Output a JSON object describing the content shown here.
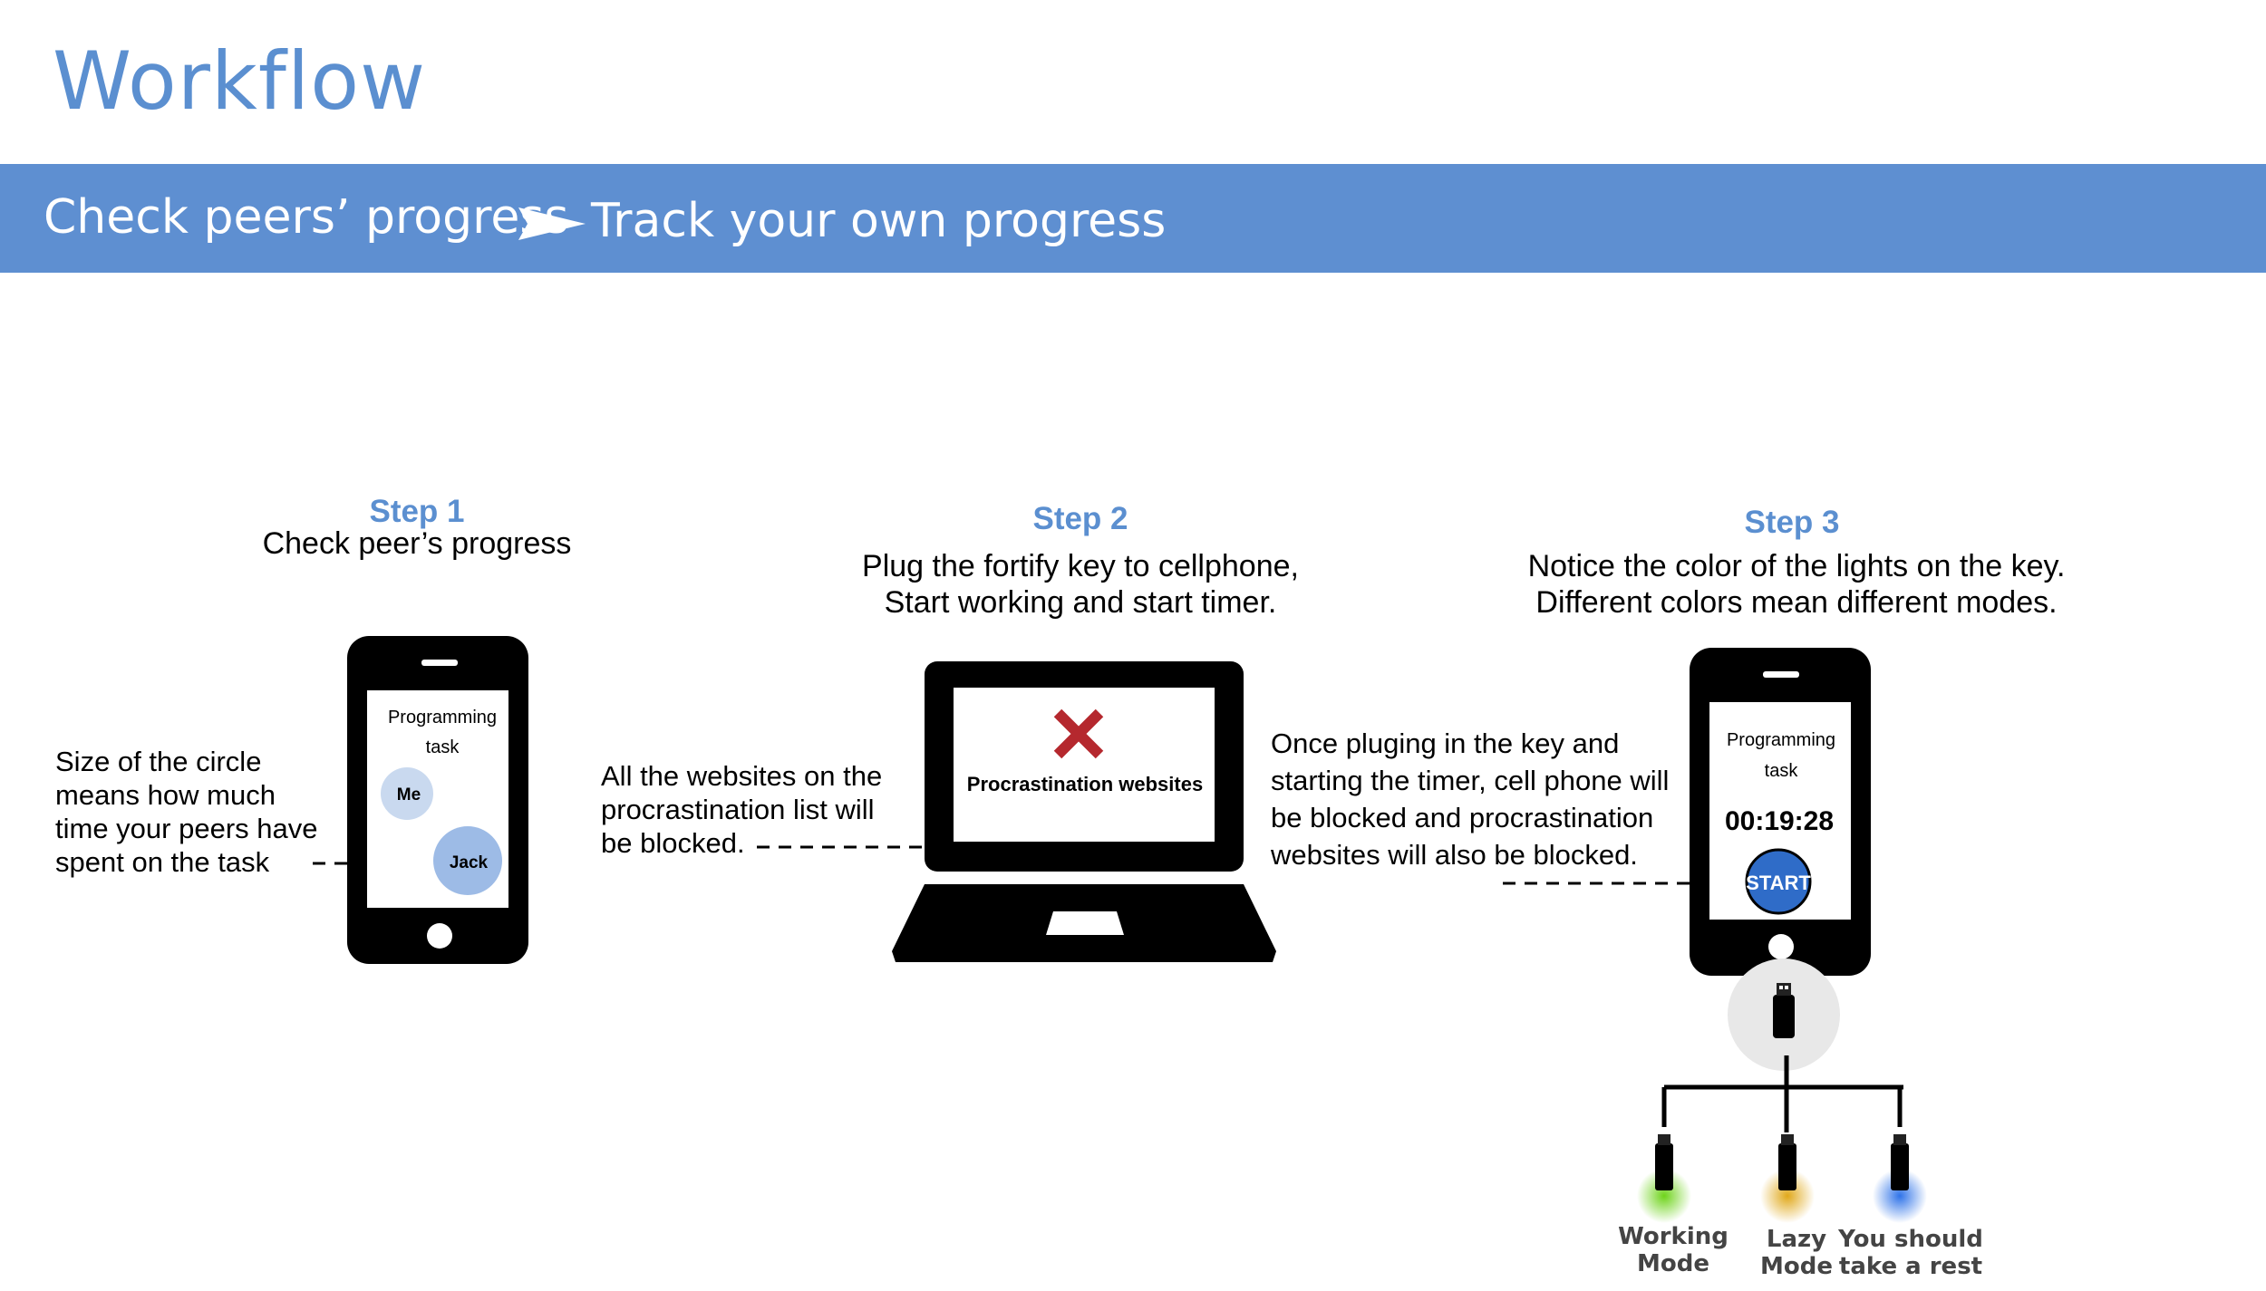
{
  "title": "Workflow",
  "banner": {
    "from": "Check peers’ progress",
    "to": "Track your own progress"
  },
  "steps": [
    {
      "label": "Step 1",
      "desc_lines": [
        "Check peer’s progress"
      ]
    },
    {
      "label": "Step 2",
      "desc_lines": [
        "Plug the fortify key to cellphone,",
        "Start working and start timer."
      ]
    },
    {
      "label": "Step 3",
      "desc_lines": [
        "Notice the color of the lights on the key.",
        "Different colors mean different modes."
      ]
    }
  ],
  "step1": {
    "note_lines": [
      "Size of the circle",
      "means how much",
      "time your peers have",
      "spent on the task"
    ],
    "phone_task": [
      "Programming",
      "task"
    ],
    "bubble_me": "Me",
    "bubble_jack": "Jack"
  },
  "step2": {
    "note_lines": [
      "All the websites on the",
      "procrastination list will",
      "be blocked."
    ],
    "laptop_label": "Procrastination websites"
  },
  "step3": {
    "note_lines": [
      "Once pluging in the key and",
      "starting the timer, cell phone will",
      "be blocked and procrastination",
      "websites will also be blocked."
    ],
    "phone_task": [
      "Programming",
      "task"
    ],
    "timer": "00:19:28",
    "start_button": "START"
  },
  "modes": [
    {
      "lines": [
        "Working",
        "Mode"
      ],
      "color": "#7ed321"
    },
    {
      "lines": [
        "Lazy",
        "Mode"
      ],
      "color": "#e8b820"
    },
    {
      "lines": [
        "You should",
        "take a rest"
      ],
      "color": "#3a7be8"
    }
  ],
  "colors": {
    "accent": "#5b8fd0",
    "banner": "#5e8fd1",
    "x_mark": "#b5282e",
    "bubble_light": "#c9d9ef",
    "bubble_dark": "#9dbbe6"
  }
}
